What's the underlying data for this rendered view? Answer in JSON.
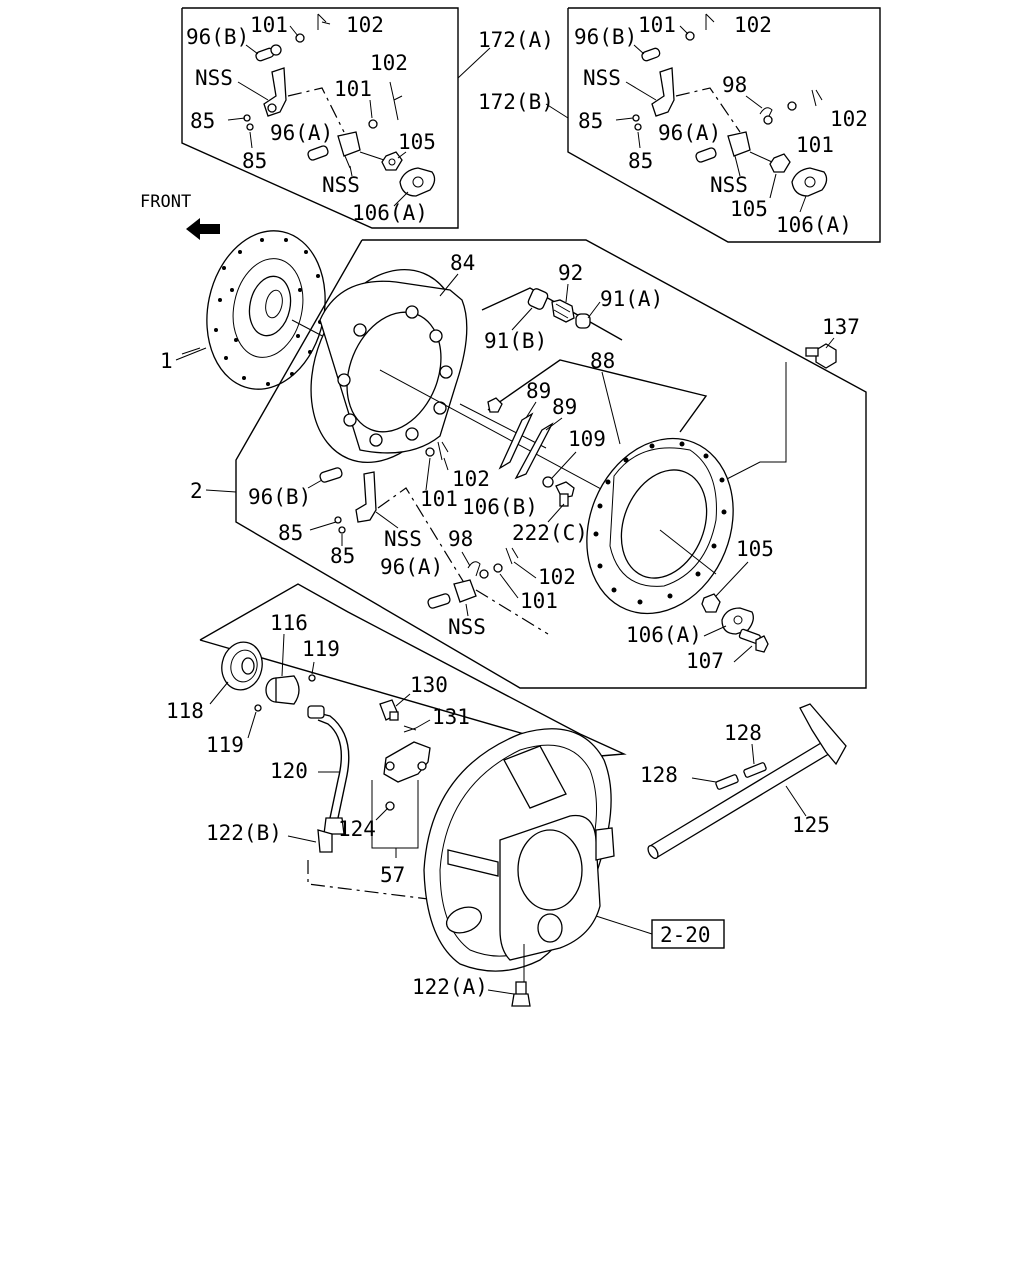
{
  "front_label": "FRONT",
  "page_ref": "2-20",
  "labels": {
    "kitA_96B": "96(B)",
    "kitA_101a": "101",
    "kitA_102a": "102",
    "kitA_NSS1": "NSS",
    "kitA_102b": "102",
    "kitA_101b": "101",
    "kitA_85a": "85",
    "kitA_96A": "96(A)",
    "kitA_105": "105",
    "kitA_85b": "85",
    "kitA_NSS2": "NSS",
    "kitA_106A": "106(A)",
    "kitA_name": "172(A)",
    "kitB_96B": "96(B)",
    "kitB_101a": "101",
    "kitB_102a": "102",
    "kitB_NSS1": "NSS",
    "kitB_98": "98",
    "kitB_102b": "102",
    "kitB_101b": "101",
    "kitB_85a": "85",
    "kitB_96A": "96(A)",
    "kitB_85b": "85",
    "kitB_NSS2": "NSS",
    "kitB_105": "105",
    "kitB_106A": "106(A)",
    "kitB_name": "172(B)",
    "p1": "1",
    "p84": "84",
    "p92": "92",
    "p91A": "91(A)",
    "p91B": "91(B)",
    "p137": "137",
    "p88": "88",
    "p89a": "89",
    "p89b": "89",
    "p109": "109",
    "p2": "2",
    "p96B": "96(B)",
    "p102a": "102",
    "p101a": "101",
    "p106B": "106(B)",
    "p222C": "222(C)",
    "p85a": "85",
    "pNSS1": "NSS",
    "p85b": "85",
    "p98": "98",
    "p96A": "96(A)",
    "p102b": "102",
    "p101b": "101",
    "pNSS2": "NSS",
    "p105": "105",
    "p106A": "106(A)",
    "p107": "107",
    "p116": "116",
    "p119a": "119",
    "p118": "118",
    "p119b": "119",
    "p130": "130",
    "p131": "131",
    "p120": "120",
    "p128a": "128",
    "p128b": "128",
    "p125": "125",
    "p122B": "122(B)",
    "p124": "124",
    "p57": "57",
    "p122A": "122(A)"
  }
}
